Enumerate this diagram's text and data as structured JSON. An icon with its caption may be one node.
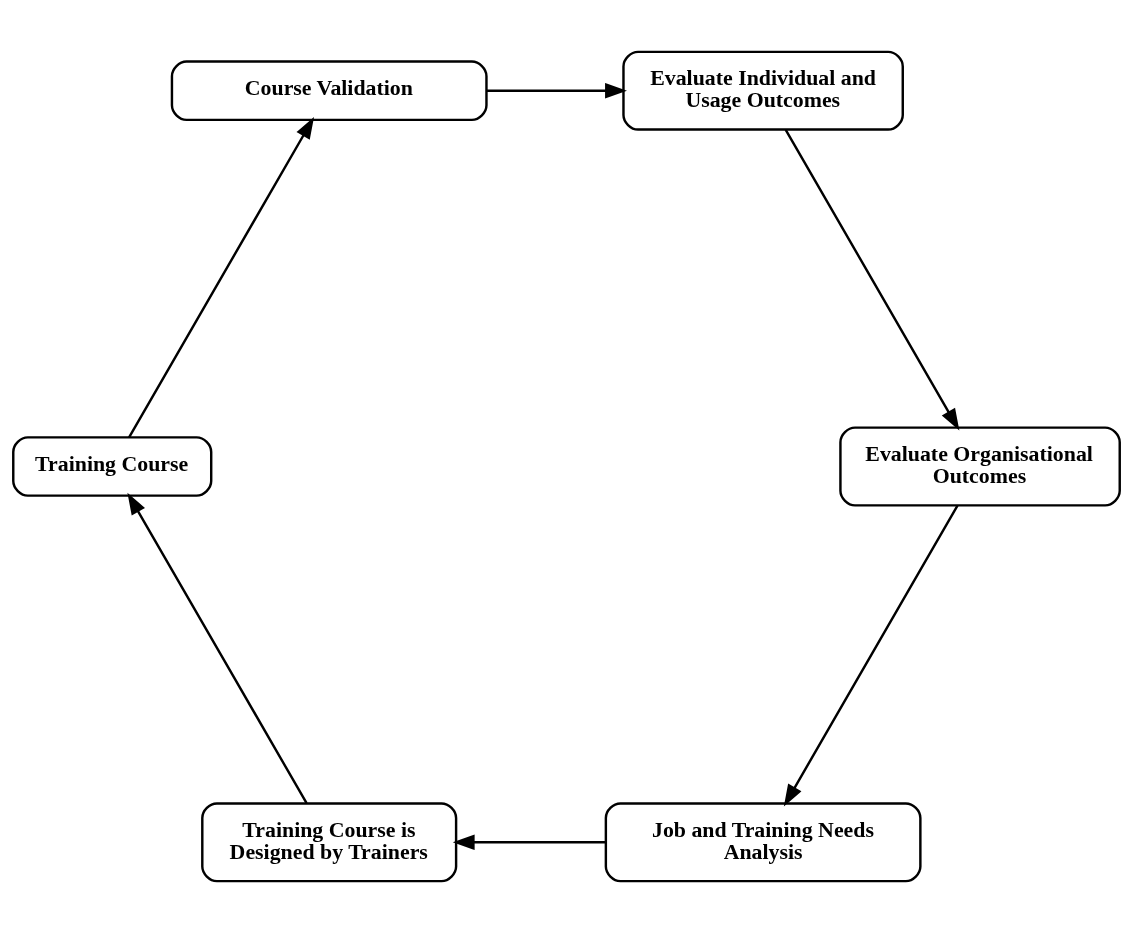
{
  "diagram": {
    "nodes": [
      {
        "text": [
          "Job and Training Needs Analysis"
        ]
      },
      {
        "text": [
          "Training Course is Designed by Trainers"
        ]
      },
      {
        "text": [
          "Training Course"
        ]
      },
      {
        "text": [
          "Course Validation"
        ]
      },
      {
        "text": [
          "Evaluate Individual and Usage Outcomes"
        ]
      },
      {
        "text": [
          "Evaluate Organisational Outcomes"
        ]
      }
    ],
    "edges": [
      {
        "from": 0,
        "to": 1,
        "arrow": "to"
      },
      {
        "from": 1,
        "to": 2,
        "arrow": "to"
      },
      {
        "from": 2,
        "to": 3,
        "arrow": "to"
      },
      {
        "from": 3,
        "to": 4,
        "arrow": "to"
      },
      {
        "from": 4,
        "to": 5,
        "arrow": "to"
      },
      {
        "from": 5,
        "to": 0,
        "arrow": "to"
      }
    ]
  }
}
